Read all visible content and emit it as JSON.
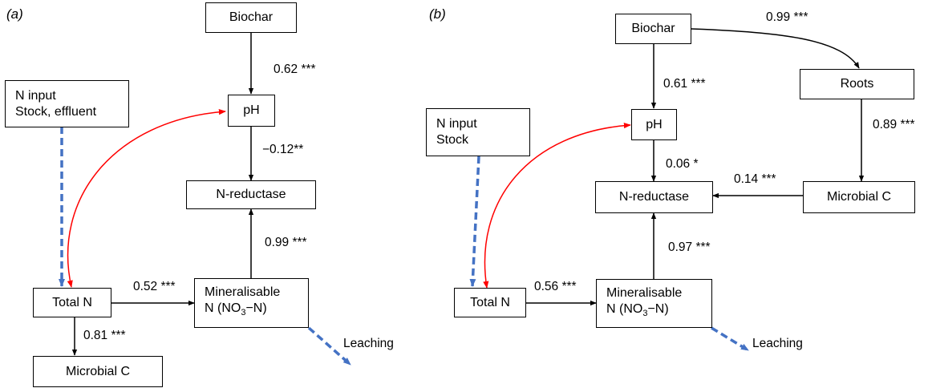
{
  "panels": {
    "a": {
      "label": "(a)",
      "nodes": {
        "biochar": "Biochar",
        "n_input_line1": "N input",
        "n_input_line2": "Stock, effluent",
        "ph": "pH",
        "n_reductase": "N-reductase",
        "total_n": "Total N",
        "mineral_line1": "Mineralisable",
        "mineral_line2_pre": "N (NO",
        "mineral_line2_sub": "3",
        "mineral_line2_post": "−N)",
        "microbial_c": "Microbial C",
        "leaching": "Leaching"
      },
      "coefficients": {
        "biochar_to_ph": "0.62 ***",
        "ph_to_nreductase": "−0.12**",
        "mineral_to_nreductase": "0.99 ***",
        "totaln_to_mineral": "0.52 ***",
        "totaln_to_microbial": "0.81 ***"
      }
    },
    "b": {
      "label": "(b)",
      "nodes": {
        "biochar": "Biochar",
        "roots": "Roots",
        "n_input_line1": "N input",
        "n_input_line2": "Stock",
        "ph": "pH",
        "n_reductase": "N-reductase",
        "microbial_c": "Microbial C",
        "total_n": "Total N",
        "mineral_line1": "Mineralisable",
        "mineral_line2_pre": "N (NO",
        "mineral_line2_sub": "3",
        "mineral_line2_post": "−N)",
        "leaching": "Leaching"
      },
      "coefficients": {
        "biochar_to_roots": "0.99 ***",
        "biochar_to_ph": "0.61 ***",
        "roots_to_microbial": "0.89 ***",
        "ph_to_nreductase": "0.06 *",
        "microbial_to_nreductase": "0.14 ***",
        "mineral_to_nreductase": "0.97 ***",
        "totaln_to_mineral": "0.56 ***"
      }
    }
  },
  "colors": {
    "arrow": "#000000",
    "correlation": "#ff0000",
    "flow_dashed": "#4472c4"
  }
}
